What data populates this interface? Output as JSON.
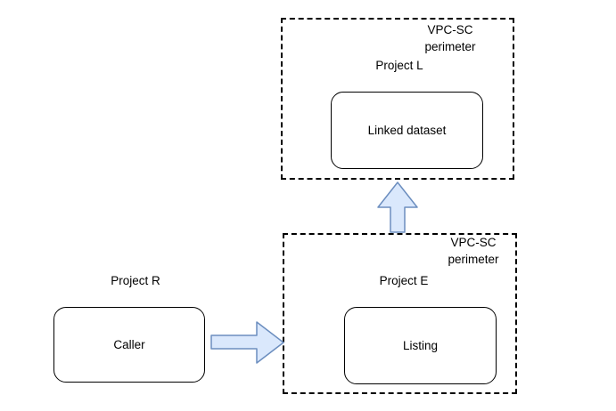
{
  "colors": {
    "arrow_fill": "#dae8fc",
    "arrow_stroke": "#6c8ebf",
    "shape_border": "#000000",
    "text": "#000000",
    "background": "#ffffff"
  },
  "perimeter_top": {
    "title": "VPC-SC perimeter",
    "project": "Project L",
    "node": "Linked dataset"
  },
  "perimeter_bottom": {
    "title": "VPC-SC perimeter",
    "project": "Project E",
    "node": "Listing"
  },
  "external": {
    "project": "Project R",
    "node": "Caller"
  }
}
